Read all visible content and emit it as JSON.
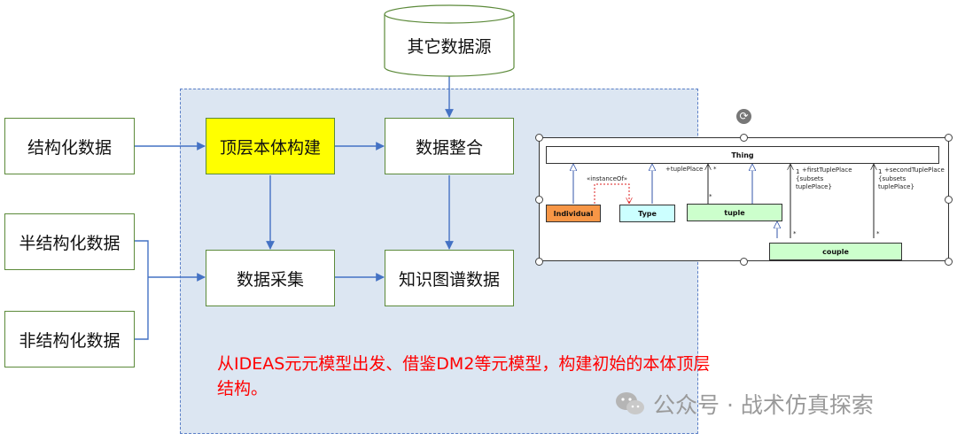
{
  "nodes": {
    "other_sources": "其它数据源",
    "structured": "结构化数据",
    "semi_structured": "半结构化数据",
    "unstructured": "非结构化数据",
    "top_ontology": "顶层本体构建",
    "integration": "数据整合",
    "collection": "数据采集",
    "knowledge_graph": "知识图谱数据"
  },
  "note": "从IDEAS元元模型出发、借鉴DM2等元模型，构建初始的本体顶层结构。",
  "uml": {
    "thing": "Thing",
    "individual": "Individual",
    "type": "Type",
    "tuple": "tuple",
    "couple": "couple",
    "instance_of": "«instanceOf»",
    "tuple_place": "+tuplePlace",
    "star": "*",
    "one": "1",
    "first_tuple_place": "+firstTuplePlace",
    "second_tuple_place": "+secondTuplePlace",
    "subsets": "{subsets",
    "subsets_end": "tuplePlace}"
  },
  "colors": {
    "individual": "#f79646",
    "type": "#ccffff",
    "tuple": "#ccffcc",
    "couple": "#ccffcc",
    "highlight": "#ffff00",
    "note": "#ff0000"
  },
  "watermark": "公众号 · 战术仿真探索"
}
